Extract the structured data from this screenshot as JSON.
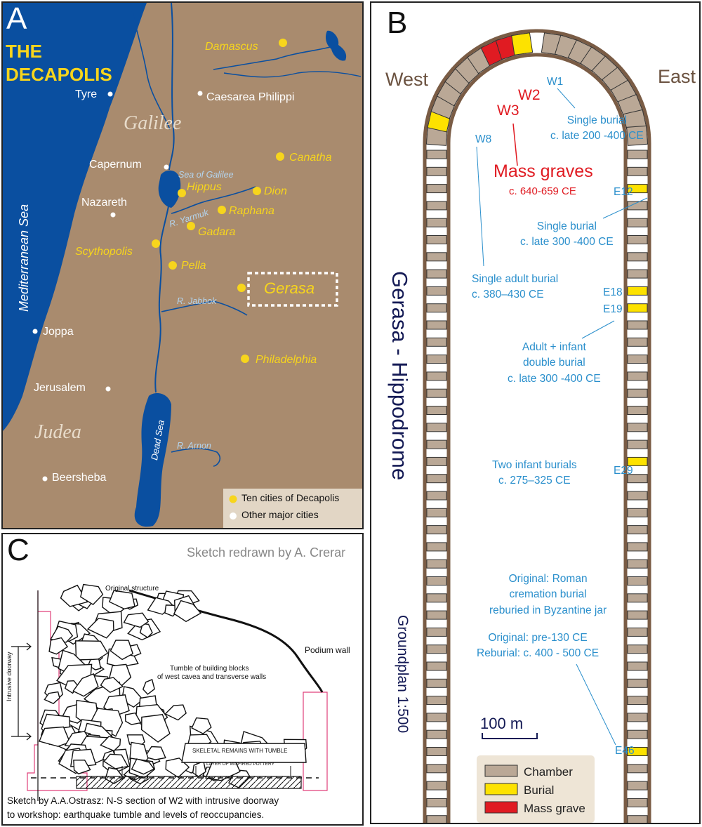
{
  "panel_a": {
    "letter": "A",
    "title_line1": "THE",
    "title_line2": "DECAPOLIS",
    "regions": {
      "galilee": "Galilee",
      "judea": "Judea"
    },
    "seas": {
      "mediterranean": "Mediterranean Sea",
      "galilee": "Sea of Galilee",
      "dead": "Dead Sea"
    },
    "rivers": {
      "yarmuk": "R. Yarmuk",
      "jabbok": "R. Jabbok",
      "arnon": "R. Arnon"
    },
    "decapolis_cities": [
      "Damascus",
      "Canatha",
      "Hippus",
      "Dion",
      "Raphana",
      "Gadara",
      "Scythopolis",
      "Pella",
      "Gerasa",
      "Philadelphia"
    ],
    "other_cities": [
      "Tyre",
      "Caesarea Philippi",
      "Capernum",
      "Nazareth",
      "Joppa",
      "Jerusalem",
      "Beersheba"
    ],
    "legend": {
      "decapolis": "Ten cities of Decapolis",
      "other": "Other major cities"
    },
    "colors": {
      "land": "#a98b6e",
      "water": "#0a4fa0",
      "decapolis": "#f7d51c",
      "other": "#ffffff"
    }
  },
  "panel_b": {
    "letter": "B",
    "west": "West",
    "east": "East",
    "title": "Gerasa - Hippodrome",
    "groundplan": "Groundplan 1:500",
    "scale": "100 m",
    "codes": {
      "w1": "W1",
      "w2": "W2",
      "w3": "W3",
      "w8": "W8",
      "e12": "E12",
      "e18": "E18",
      "e19": "E19",
      "e29": "E29",
      "e46": "E46"
    },
    "annotations": {
      "w1": [
        "Single burial",
        "c. late 200 -400 CE"
      ],
      "mass_title": "Mass graves",
      "mass_date": "c. 640-659 CE",
      "e12": [
        "Single burial",
        "c. late 300 -400 CE"
      ],
      "w8": [
        "Single adult burial",
        "c. 380–430 CE"
      ],
      "e18_19": [
        "Adult + infant",
        "double burial",
        "c. late 300 -400 CE"
      ],
      "e29": [
        "Two infant burials",
        "c. 275–325 CE"
      ],
      "e46a": [
        "Original: Roman",
        "cremation burial",
        "reburied in Byzantine jar"
      ],
      "e46b": [
        "Original: pre-130 CE",
        "Reburial: c. 400 - 500 CE"
      ]
    },
    "legend": {
      "chamber": "Chamber",
      "burial": "Burial",
      "mass": "Mass grave"
    },
    "colors": {
      "chamber": "#baa896",
      "burial": "#fde200",
      "mass": "#e01b22",
      "wall": "#7a5c45",
      "text": "#2a8fcc",
      "title": "#141a55"
    }
  },
  "panel_c": {
    "letter": "C",
    "credit": "Sketch redrawn by A. Crerar",
    "labels": {
      "original": "Original structure",
      "podium": "Podium wall",
      "doorway": "Intrusive doorway",
      "tumble1": "Tumble of building blocks",
      "tumble2": "of west cavea and transverse walls",
      "skeletal": "SKELETAL REMAINS WITH TUMBLE",
      "pottery": "LAYER OF MISFIRED POTTERY"
    },
    "caption1": "Sketch by A.A.Ostrasz: N-S section of W2 with intrusive doorway",
    "caption2": "to workshop: earthquake tumble and levels of reoccupancies."
  }
}
